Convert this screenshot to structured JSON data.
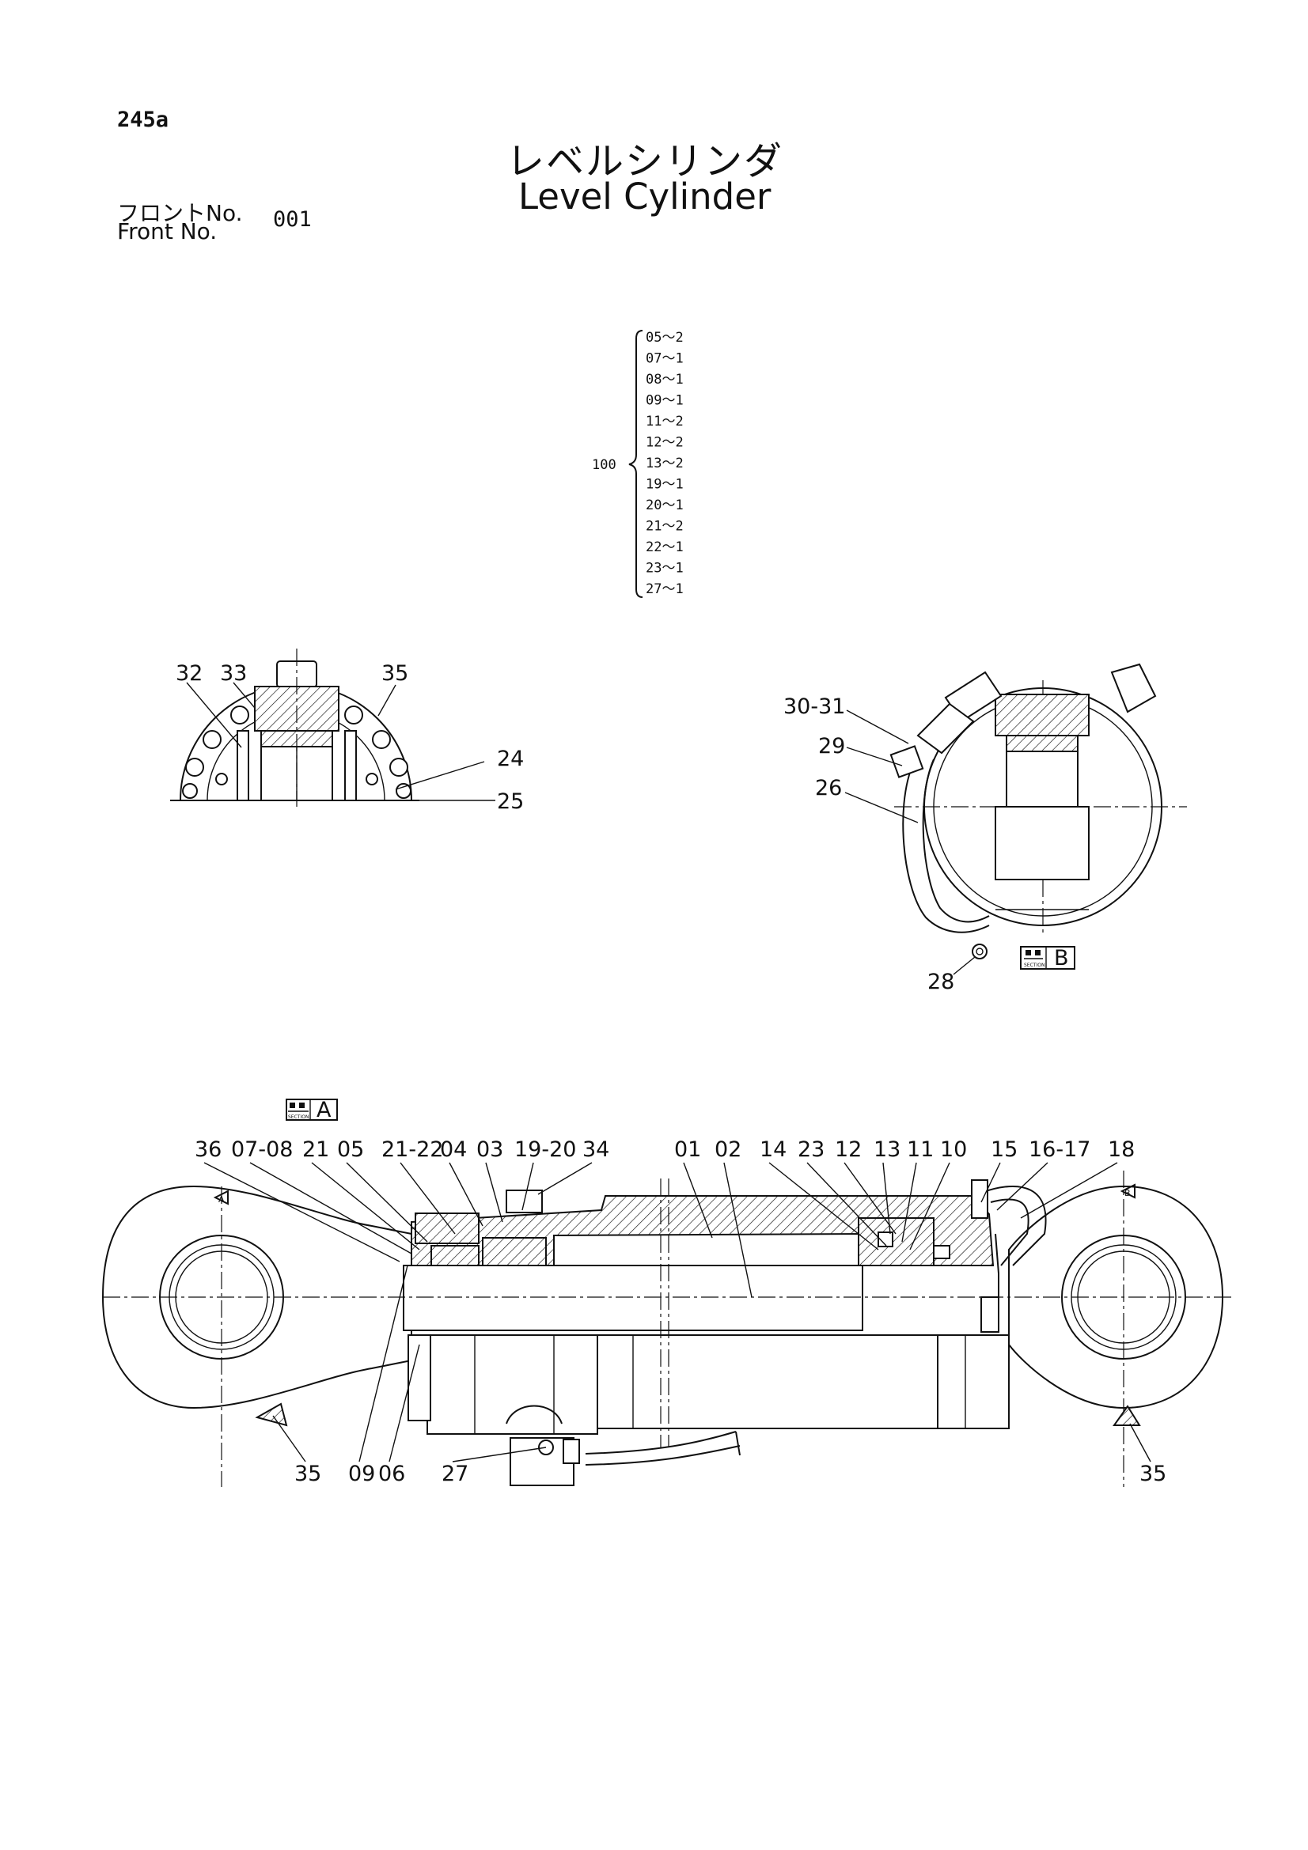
{
  "page_id": "245a",
  "title_jp": "レベルシリンダ",
  "title_en": "Level Cylinder",
  "front_label_jp": "フロントNo.",
  "front_label_en": "Front   No.",
  "front_no": "001",
  "kit": {
    "number": "100",
    "items": [
      "05～2",
      "07～1",
      "08～1",
      "09～1",
      "11～2",
      "12～2",
      "13～2",
      "19～1",
      "20～1",
      "21～2",
      "22～1",
      "23～1",
      "27～1"
    ]
  },
  "section_a_view": {
    "labels": [
      "32",
      "33",
      "35",
      "24",
      "25"
    ]
  },
  "section_b_view": {
    "labels": [
      "30-31",
      "29",
      "26",
      "28"
    ],
    "section_tag": "B",
    "section_word": "SECTION"
  },
  "main_view": {
    "section_tag": "A",
    "section_word": "SECTION",
    "marker_a": "A",
    "marker_b": "B",
    "top_labels": [
      "36",
      "07-08",
      "21",
      "05",
      "21-22",
      "04",
      "03",
      "19-20",
      "34",
      "01",
      "02",
      "14",
      "23",
      "12",
      "13",
      "11",
      "10",
      "15",
      "16-17",
      "18"
    ],
    "bottom_labels": [
      "35",
      "09",
      "06",
      "27",
      "35"
    ]
  }
}
